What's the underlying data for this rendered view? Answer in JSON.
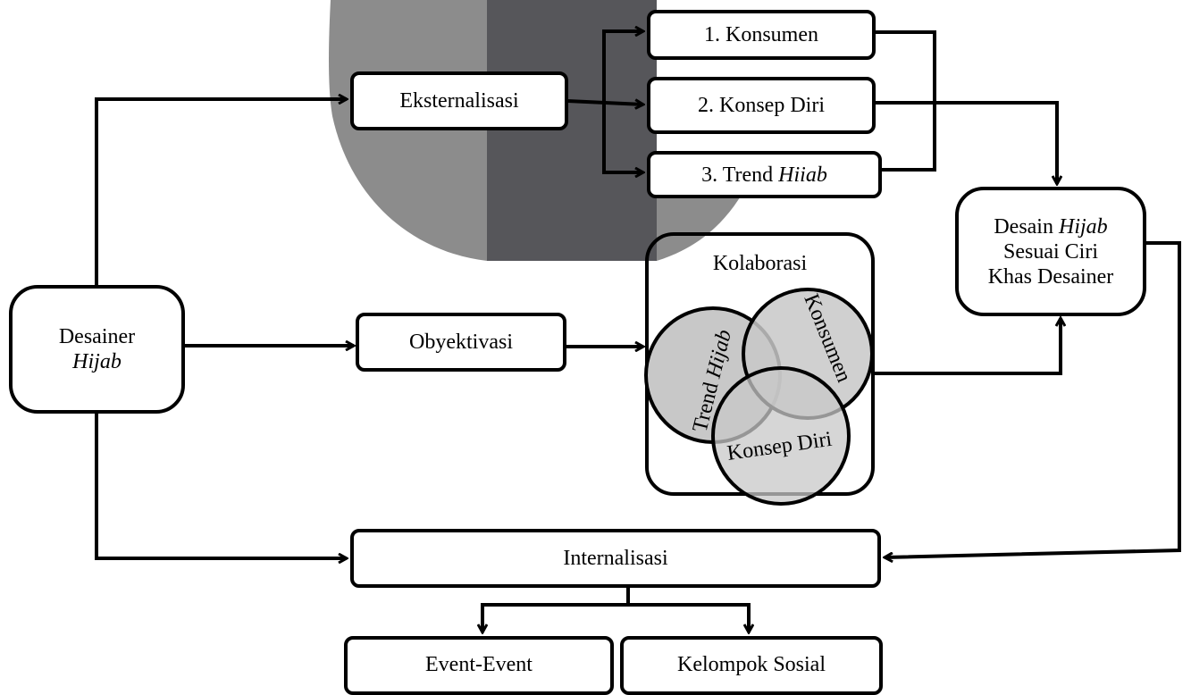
{
  "nodes": {
    "desainer": {
      "line1": "Desainer",
      "line2": "Hijab"
    },
    "eksternalisasi": "Eksternalisasi",
    "obyektivasi": "Obyektivasi",
    "konsumen": "1. Konsumen",
    "konsep_diri": "2. Konsep Diri",
    "trend": {
      "prefix": "3. Trend ",
      "italic": "Hiiab"
    },
    "desain": {
      "line1_prefix": "Desain ",
      "line1_italic": "Hijab",
      "line2": "Sesuai Ciri",
      "line3": "Khas Desainer"
    },
    "kolaborasi": "Kolaborasi",
    "internalisasi": "Internalisasi",
    "event": "Event-Event",
    "kelompok": "Kelompok Sosial"
  },
  "venn": {
    "trend_prefix": "Trend ",
    "trend_italic": "Hijab",
    "konsumen": "Konsumen",
    "konsep_diri": "Konsep Diri"
  },
  "colors": {
    "line": "#000000",
    "venn_fill": "#c8c8c8",
    "venn_overlap": "#a8a8a8",
    "watermark_light": "#8c8c8c",
    "watermark_dark": "#56565a"
  }
}
